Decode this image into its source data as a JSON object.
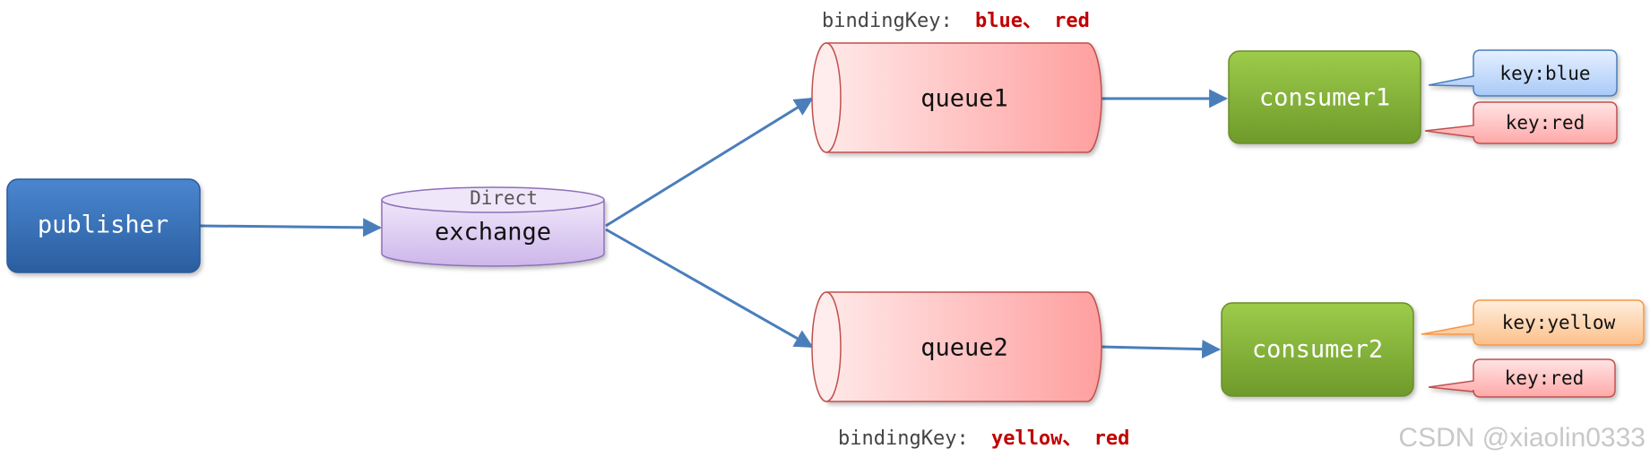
{
  "publisher": {
    "label": "publisher"
  },
  "exchange": {
    "type_label": "Direct",
    "label": "exchange"
  },
  "queues": [
    {
      "label": "queue1",
      "binding_prefix": "bindingKey:",
      "binding_keys": "blue、 red"
    },
    {
      "label": "queue2",
      "binding_prefix": "bindingKey:",
      "binding_keys": "yellow、 red"
    }
  ],
  "consumers": [
    {
      "label": "consumer1",
      "keys": [
        {
          "label": "key:blue",
          "color": "blue"
        },
        {
          "label": "key:red",
          "color": "red"
        }
      ]
    },
    {
      "label": "consumer2",
      "keys": [
        {
          "label": "key:yellow",
          "color": "orange"
        },
        {
          "label": "key:red",
          "color": "red"
        }
      ]
    }
  ],
  "watermark": "CSDN @xiaolin0333",
  "colors": {
    "arrow": "#4a7ebb",
    "publisher": "#3a6fb7",
    "exchange": "#d9c8ee",
    "queue": "#ffb3b3",
    "consumer": "#8cbf3f",
    "binding_key": "#c00000"
  }
}
